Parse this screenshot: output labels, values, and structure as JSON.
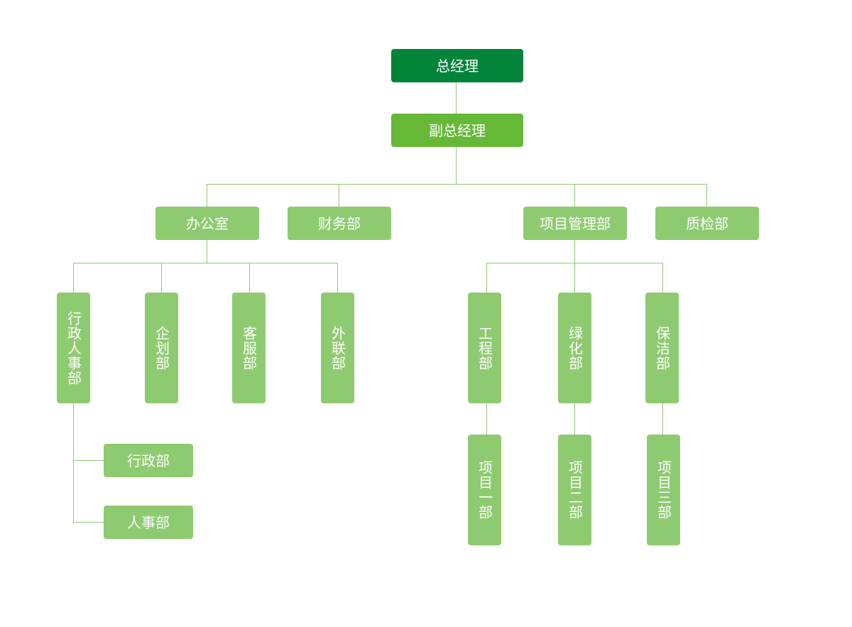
{
  "colors": {
    "top": "#018439",
    "vice": "#66b936",
    "dept": "#8ecb70",
    "connector": "#8ecb70",
    "text": "#ffffff"
  },
  "nodes": {
    "gm": "总经理",
    "deputy_gm": "副总经理",
    "office": "办公室",
    "finance": "财务部",
    "project_mgmt": "项目管理部",
    "quality": "质检部",
    "admin_hr": "行政人事部",
    "planning": "企划部",
    "customer_service": "客服部",
    "external_liaison": "外联部",
    "engineering": "工程部",
    "greening": "绿化部",
    "cleaning": "保洁部",
    "admin": "行政部",
    "hr": "人事部",
    "project_1": "项目一部",
    "project_2": "项目二部",
    "project_3": "项目三部"
  }
}
